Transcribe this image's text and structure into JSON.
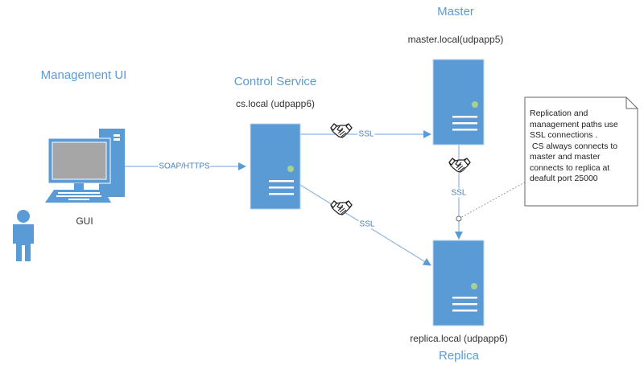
{
  "colors": {
    "primary": "#5B9BD5",
    "line": "#8DB4E2",
    "status_led": "#A9D18E",
    "screen": "#A6A6A6",
    "text": "#333333"
  },
  "nodes": {
    "management_ui": {
      "title": "Management UI",
      "label": "GUI",
      "icon": "desktop-computer-icon"
    },
    "user": {
      "icon": "person-icon"
    },
    "control_service": {
      "title": "Control Service",
      "host": "cs.local (udpapp6)",
      "icon": "server-icon"
    },
    "master": {
      "title": "Master",
      "host": "master.local(udpapp5)",
      "icon": "server-icon"
    },
    "replica": {
      "title": "Replica",
      "host": "replica.local (udpapp6)",
      "icon": "server-icon"
    }
  },
  "connections": [
    {
      "from": "management_ui",
      "to": "control_service",
      "label": "SOAP/HTTPS",
      "icon": null
    },
    {
      "from": "control_service",
      "to": "master",
      "label": "SSL",
      "icon": "handshake-icon"
    },
    {
      "from": "control_service",
      "to": "replica",
      "label": "SSL",
      "icon": "handshake-icon"
    },
    {
      "from": "master",
      "to": "replica",
      "label": "SSL",
      "icon": "handshake-icon"
    }
  ],
  "note": {
    "text": "Replication and management paths use SSL connections .\n CS always connects to master and master connects to replica at deafult port 25000"
  }
}
